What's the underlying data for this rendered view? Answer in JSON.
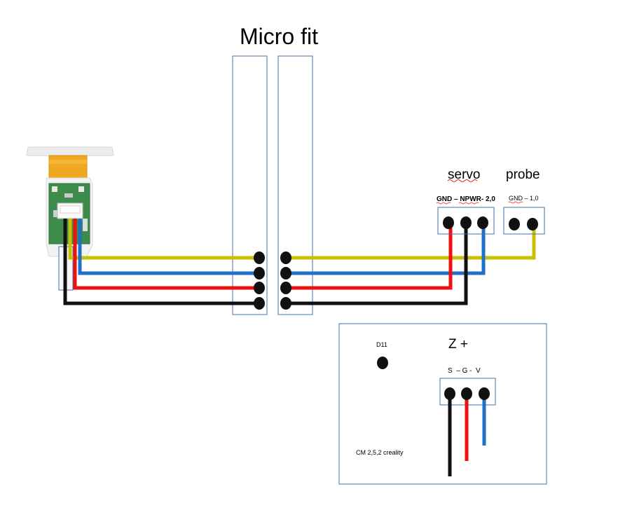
{
  "labels": {
    "connector_title": "Micro fit",
    "servo": "servo",
    "servo_pins": "GND – NPWR- 2,0",
    "probe": "probe",
    "probe_pins": "GND – 1,0",
    "board_pin": "D11",
    "board_port": "Z +",
    "board_port_pins": "S  – G -  V",
    "board_name": "CM 2,5,2 creality"
  },
  "wire_colors": {
    "yellow": "#c8c000",
    "blue": "#1f70c8",
    "red": "#ee1111",
    "black": "#111111"
  },
  "icons": {
    "sensor": "bltouch-probe-icon"
  }
}
